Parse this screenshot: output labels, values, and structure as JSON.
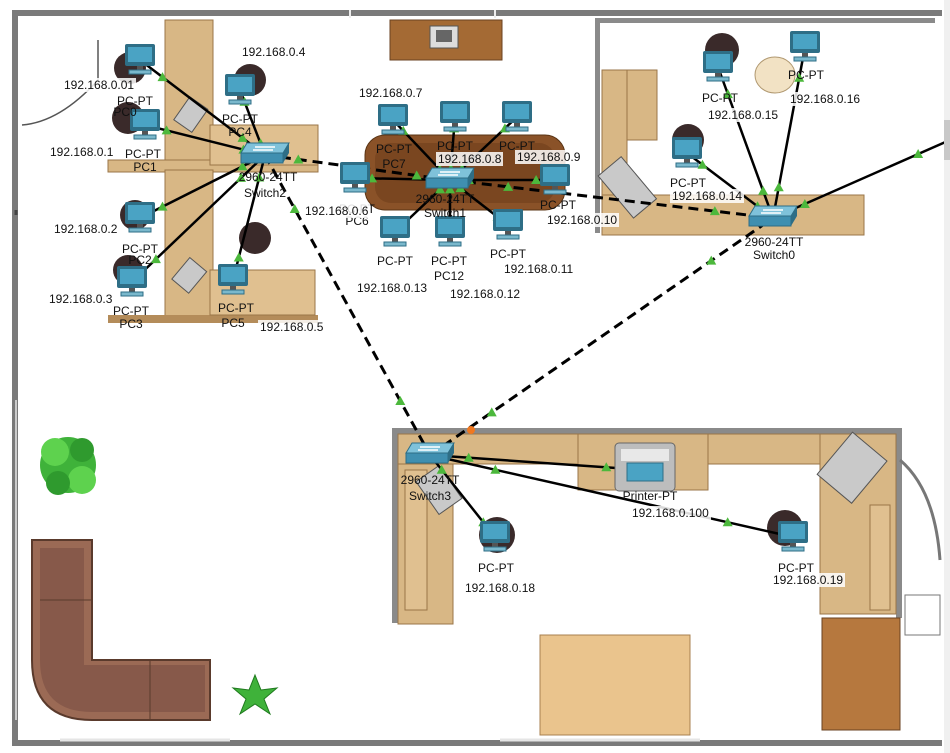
{
  "colors": {
    "wall": "#808080",
    "desk": "#d8b785",
    "desk_dark": "#b48c5a",
    "table": "#8a5228",
    "cabinet": "#b6783e",
    "sofa": "#9b6a55",
    "monitor": "#4aa3c4",
    "link_up": "#4cb83c",
    "link_orange": "#f07820",
    "cable": "#000000"
  },
  "devices": {
    "pcs": [
      {
        "id": "pc0",
        "type": "PC-PT",
        "name": "PC0",
        "ip": "192.168.0.01"
      },
      {
        "id": "pc1",
        "type": "PC-PT",
        "name": "PC1",
        "ip": "192.168.0.1"
      },
      {
        "id": "pc2",
        "type": "PC-PT",
        "name": "PC2",
        "ip": "192.168.0.2"
      },
      {
        "id": "pc3",
        "type": "PC-PT",
        "name": "PC3",
        "ip": "192.168.0.3"
      },
      {
        "id": "pc4",
        "type": "PC-PT",
        "name": "PC4",
        "ip": "192.168.0.4"
      },
      {
        "id": "pc5",
        "type": "PC-PT",
        "name": "PC5",
        "ip": "192.168.0.5"
      },
      {
        "id": "pc6",
        "type": "PC-PT",
        "name": "PC6",
        "ip": "192.168.0.6"
      },
      {
        "id": "pc7",
        "type": "PC-PT",
        "name": "PC7",
        "ip": "192.168.0.7"
      },
      {
        "id": "pc8",
        "type": "PC-PT",
        "name": "",
        "ip": "192.168.0.8"
      },
      {
        "id": "pc9",
        "type": "PC-PT",
        "name": "",
        "ip": "192.168.0.9"
      },
      {
        "id": "pc10",
        "type": "PC-PT",
        "name": "",
        "ip": "192.168.0.10"
      },
      {
        "id": "pc11",
        "type": "PC-PT",
        "name": "",
        "ip": "192.168.0.11"
      },
      {
        "id": "pc12",
        "type": "PC-PT",
        "name": "PC12",
        "ip": "192.168.0.12"
      },
      {
        "id": "pc13",
        "type": "PC-PT",
        "name": "",
        "ip": "192.168.0.13"
      },
      {
        "id": "pc14",
        "type": "PC-PT",
        "name": "",
        "ip": "192.168.0.14"
      },
      {
        "id": "pc15",
        "type": "PC-PT",
        "name": "",
        "ip": "192.168.0.15"
      },
      {
        "id": "pc16",
        "type": "PC-PT",
        "name": "",
        "ip": "192.168.0.16"
      },
      {
        "id": "pc18",
        "type": "PC-PT",
        "name": "",
        "ip": "192.168.0.18"
      },
      {
        "id": "pc19",
        "type": "PC-PT",
        "name": "",
        "ip": "192.168.0.19"
      }
    ],
    "switches": [
      {
        "id": "sw0",
        "model": "2960-24TT",
        "name": "Switch0"
      },
      {
        "id": "sw1",
        "model": "2960-24TT",
        "name": "Switch1"
      },
      {
        "id": "sw2",
        "model": "2960-24TT",
        "name": "Switch2"
      },
      {
        "id": "sw3",
        "model": "2960-24TT",
        "name": "Switch3"
      }
    ],
    "printer": {
      "id": "printer",
      "name": "Printer-PT",
      "ip": "192.168.0.100"
    }
  }
}
